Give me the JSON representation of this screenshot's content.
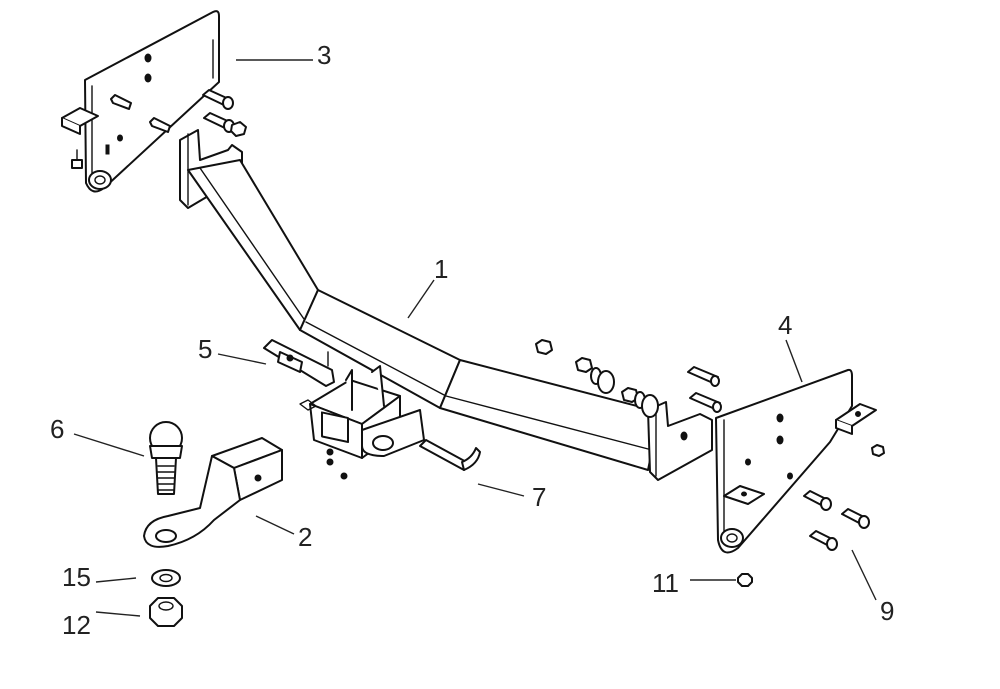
{
  "callouts": [
    {
      "id": "1",
      "text": "1"
    },
    {
      "id": "2",
      "text": "2"
    },
    {
      "id": "3",
      "text": "3"
    },
    {
      "id": "4",
      "text": "4"
    },
    {
      "id": "5",
      "text": "5"
    },
    {
      "id": "6",
      "text": "6"
    },
    {
      "id": "7",
      "text": "7"
    },
    {
      "id": "9",
      "text": "9"
    },
    {
      "id": "11",
      "text": "11"
    },
    {
      "id": "12",
      "text": "12"
    },
    {
      "id": "15",
      "text": "15"
    }
  ],
  "colors": {
    "line": "#111111",
    "background": "#ffffff"
  }
}
